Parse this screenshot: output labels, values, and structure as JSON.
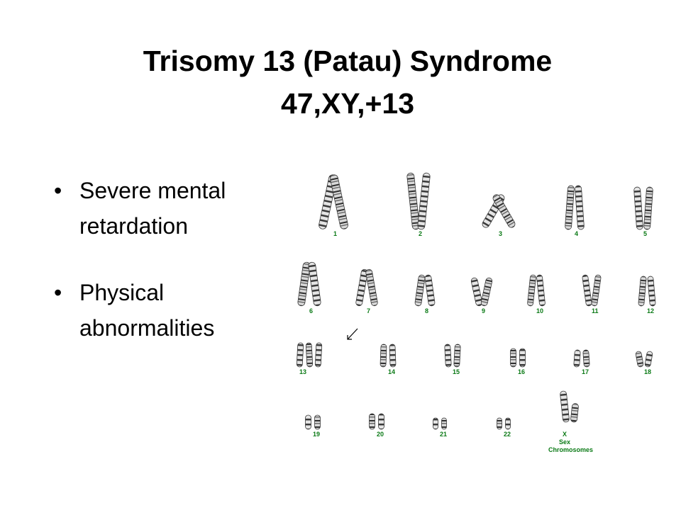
{
  "slide": {
    "title_line1": "Trisomy 13 (Patau) Syndrome",
    "title_line2": "47,XY,+13"
  },
  "bullets": [
    {
      "line1": "Severe mental",
      "line2": "retardation"
    },
    {
      "line1": "Physical",
      "line2": "abnormalities"
    }
  ],
  "bullet_glyph": "•",
  "karyotype": {
    "label_color": "#0b7a16",
    "arrow_marks": "chromosome 13",
    "chromosome_count": {
      "13": 3
    },
    "labels": {
      "c1": "1",
      "c2": "2",
      "c3": "3",
      "c4": "4",
      "c5": "5",
      "c6": "6",
      "c7": "7",
      "c8": "8",
      "c9": "9",
      "c10": "10",
      "c11": "11",
      "c12": "12",
      "c13": "13",
      "c14": "14",
      "c15": "15",
      "c16": "16",
      "c17": "17",
      "c18": "18",
      "c19": "19",
      "c20": "20",
      "c21": "21",
      "c22": "22",
      "cX": "X"
    },
    "sex_label_line1": "Sex",
    "sex_label_line2": "Chromosomes"
  }
}
